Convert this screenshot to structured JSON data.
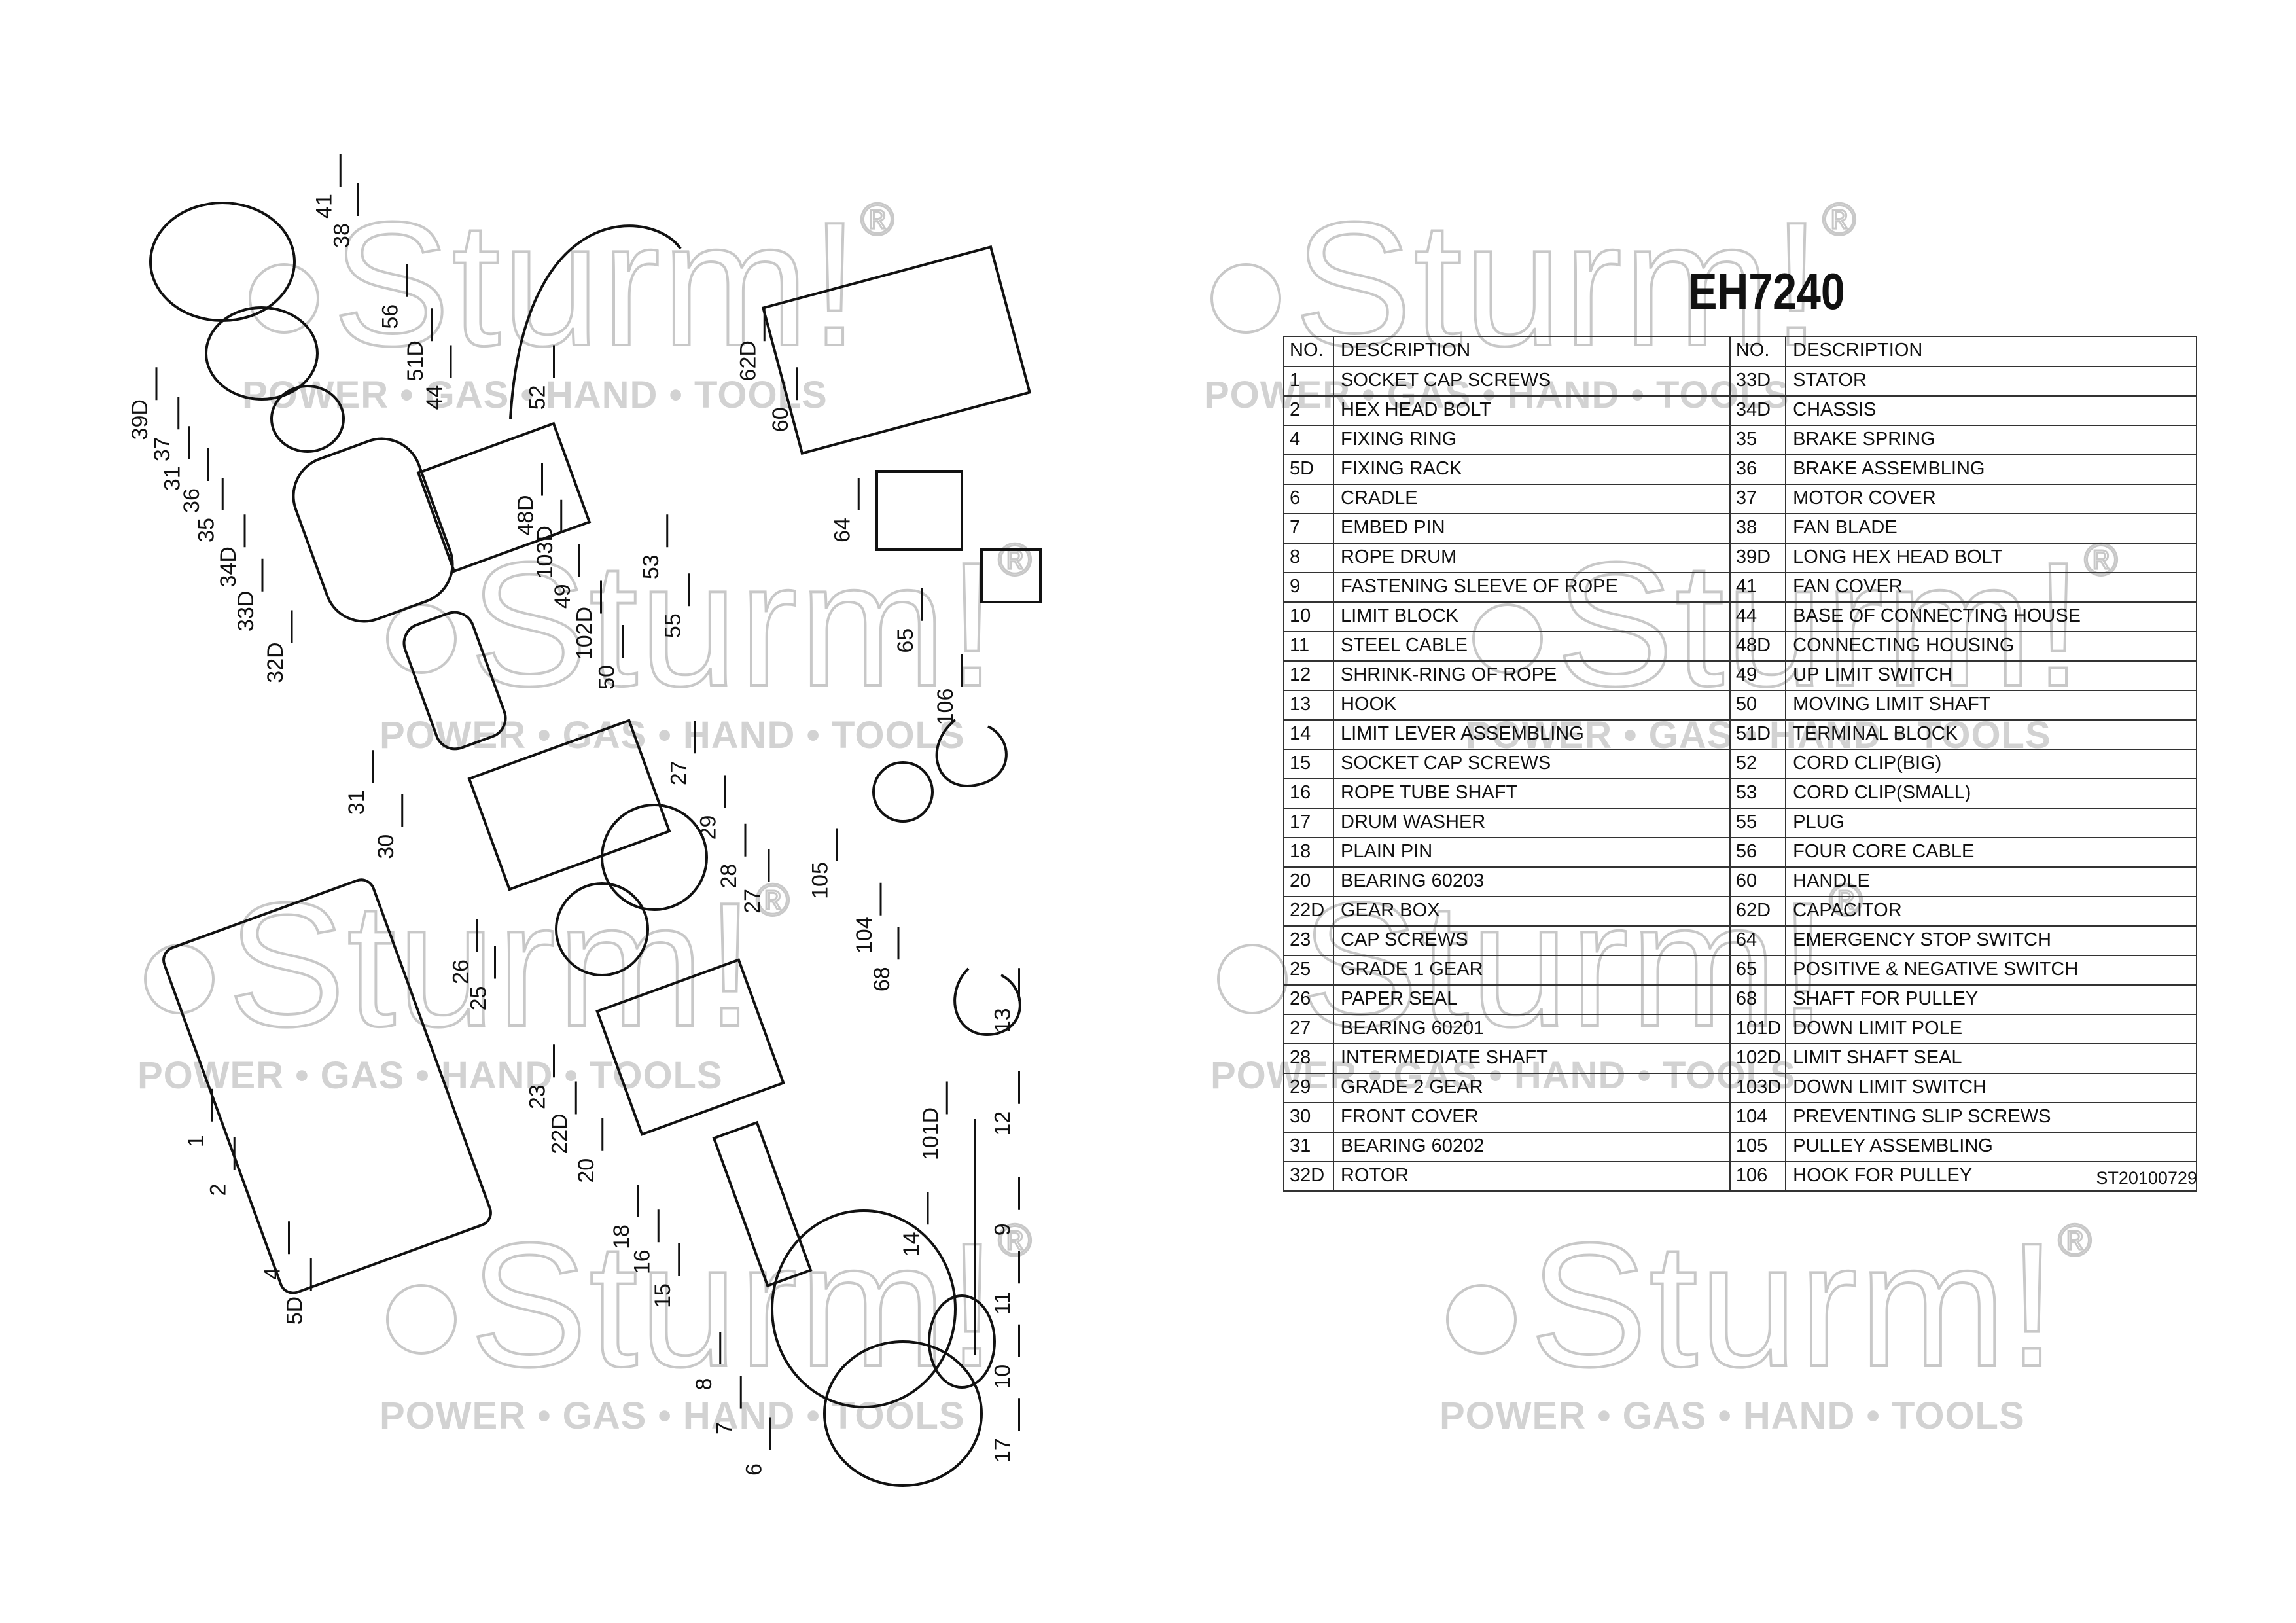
{
  "watermark": {
    "brand": "Sturm!",
    "tagline": "POWER • GAS • HAND • TOOLS",
    "registered": "®",
    "color": "#c8c8c8"
  },
  "title": "EH7240",
  "table": {
    "headers": {
      "no": "NO.",
      "description": "DESCRIPTION"
    },
    "rows": [
      {
        "no1": "1",
        "d1": "SOCKET CAP SCREWS",
        "no2": "33D",
        "d2": "STATOR"
      },
      {
        "no1": "2",
        "d1": "HEX HEAD BOLT",
        "no2": "34D",
        "d2": "CHASSIS"
      },
      {
        "no1": "4",
        "d1": "FIXING RING",
        "no2": "35",
        "d2": "BRAKE SPRING"
      },
      {
        "no1": "5D",
        "d1": "FIXING RACK",
        "no2": "36",
        "d2": "BRAKE ASSEMBLING"
      },
      {
        "no1": "6",
        "d1": "CRADLE",
        "no2": "37",
        "d2": "MOTOR COVER"
      },
      {
        "no1": "7",
        "d1": "EMBED PIN",
        "no2": "38",
        "d2": "FAN BLADE"
      },
      {
        "no1": "8",
        "d1": "ROPE DRUM",
        "no2": "39D",
        "d2": "LONG HEX HEAD BOLT"
      },
      {
        "no1": "9",
        "d1": "FASTENING SLEEVE OF ROPE",
        "no2": "41",
        "d2": "FAN COVER"
      },
      {
        "no1": "10",
        "d1": "LIMIT BLOCK",
        "no2": "44",
        "d2": "BASE OF CONNECTING HOUSE"
      },
      {
        "no1": "11",
        "d1": "STEEL CABLE",
        "no2": "48D",
        "d2": "CONNECTING HOUSING"
      },
      {
        "no1": "12",
        "d1": "SHRINK-RING OF ROPE",
        "no2": "49",
        "d2": "UP LIMIT SWITCH"
      },
      {
        "no1": "13",
        "d1": "HOOK",
        "no2": "50",
        "d2": "MOVING LIMIT SHAFT"
      },
      {
        "no1": "14",
        "d1": "LIMIT LEVER ASSEMBLING",
        "no2": "51D",
        "d2": "TERMINAL BLOCK"
      },
      {
        "no1": "15",
        "d1": "SOCKET CAP SCREWS",
        "no2": "52",
        "d2": "CORD CLIP(BIG)"
      },
      {
        "no1": "16",
        "d1": "ROPE TUBE SHAFT",
        "no2": "53",
        "d2": "CORD CLIP(SMALL)"
      },
      {
        "no1": "17",
        "d1": "DRUM WASHER",
        "no2": "55",
        "d2": "PLUG"
      },
      {
        "no1": "18",
        "d1": "PLAIN PIN",
        "no2": "56",
        "d2": "FOUR CORE CABLE"
      },
      {
        "no1": "20",
        "d1": "BEARING 60203",
        "no2": "60",
        "d2": "HANDLE"
      },
      {
        "no1": "22D",
        "d1": "GEAR BOX",
        "no2": "62D",
        "d2": "CAPACITOR"
      },
      {
        "no1": "23",
        "d1": "CAP SCREWS",
        "no2": "64",
        "d2": "EMERGENCY STOP SWITCH"
      },
      {
        "no1": "25",
        "d1": "GRADE 1 GEAR",
        "no2": "65",
        "d2": "POSITIVE & NEGATIVE SWITCH"
      },
      {
        "no1": "26",
        "d1": "PAPER SEAL",
        "no2": "68",
        "d2": "SHAFT FOR PULLEY"
      },
      {
        "no1": "27",
        "d1": "BEARING 60201",
        "no2": "101D",
        "d2": "DOWN LIMIT POLE"
      },
      {
        "no1": "28",
        "d1": "INTERMEDIATE SHAFT",
        "no2": "102D",
        "d2": "LIMIT SHAFT SEAL"
      },
      {
        "no1": "29",
        "d1": "GRADE 2 GEAR",
        "no2": "103D",
        "d2": "DOWN LIMIT SWITCH"
      },
      {
        "no1": "30",
        "d1": "FRONT COVER",
        "no2": "104",
        "d2": "PREVENTING SLIP SCREWS"
      },
      {
        "no1": "31",
        "d1": "BEARING 60202",
        "no2": "105",
        "d2": "PULLEY ASSEMBLING"
      },
      {
        "no1": "32D",
        "d1": "ROTOR",
        "no2": "106",
        "d2": "HOOK FOR PULLEY"
      }
    ]
  },
  "doc_code": "ST20100729",
  "diagram_labels": [
    "41",
    "38",
    "56",
    "51D",
    "44",
    "52",
    "39D",
    "37",
    "31",
    "36",
    "35",
    "34D",
    "33D",
    "48D",
    "103D",
    "49",
    "102D",
    "50",
    "53",
    "55",
    "32D",
    "62D",
    "60",
    "64",
    "65",
    "106",
    "31",
    "30",
    "27",
    "29",
    "105",
    "28",
    "27",
    "26",
    "25",
    "104",
    "68",
    "13",
    "23",
    "22D",
    "20",
    "101D",
    "12",
    "1",
    "2",
    "18",
    "16",
    "15",
    "14",
    "9",
    "4",
    "5D",
    "8",
    "11",
    "10",
    "7",
    "17",
    "6"
  ]
}
